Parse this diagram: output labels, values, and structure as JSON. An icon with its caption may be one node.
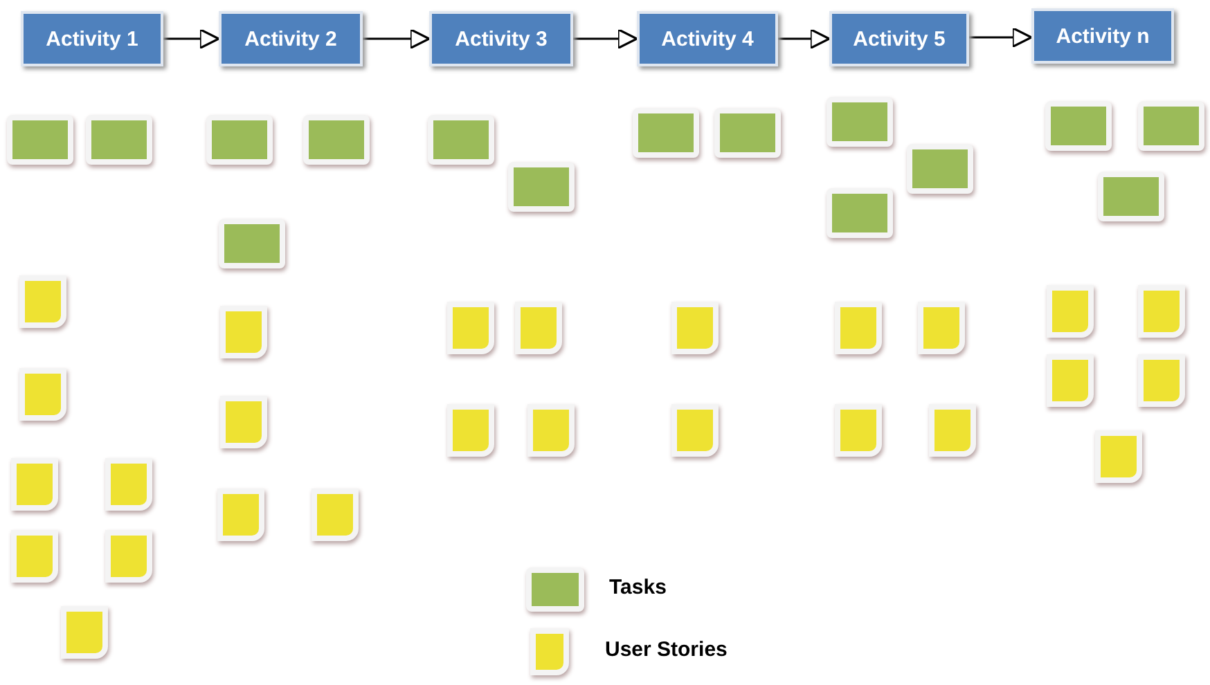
{
  "diagram": {
    "nodes": [
      {
        "text": [
          "Activity 1"
        ]
      },
      {
        "text": [
          "Activity 2"
        ]
      },
      {
        "text": [
          "Activity 3"
        ]
      },
      {
        "text": [
          "Activity 4"
        ]
      },
      {
        "text": [
          "Activity 5"
        ]
      },
      {
        "text": [
          "Activity n"
        ]
      },
      {
        "text": [],
        "shape": "box"
      },
      {
        "text": [],
        "shape": "box"
      },
      {
        "text": [],
        "shape": "note"
      },
      {
        "text": [],
        "shape": "note"
      },
      {
        "text": [],
        "shape": "note"
      },
      {
        "text": [],
        "shape": "note"
      },
      {
        "text": [],
        "shape": "note"
      },
      {
        "text": [],
        "shape": "note"
      },
      {
        "text": [],
        "shape": "note"
      },
      {
        "text": [],
        "shape": "box"
      },
      {
        "text": [],
        "shape": "box"
      },
      {
        "text": [],
        "shape": "box"
      },
      {
        "text": [],
        "shape": "note"
      },
      {
        "text": [],
        "shape": "note"
      },
      {
        "text": [],
        "shape": "note"
      },
      {
        "text": [],
        "shape": "note"
      },
      {
        "text": [],
        "shape": "box"
      },
      {
        "text": [],
        "shape": "box"
      },
      {
        "text": [],
        "shape": "note"
      },
      {
        "text": [],
        "shape": "note"
      },
      {
        "text": [],
        "shape": "note"
      },
      {
        "text": [],
        "shape": "note"
      },
      {
        "text": [],
        "shape": "box"
      },
      {
        "text": [],
        "shape": "box"
      },
      {
        "text": [],
        "shape": "note"
      },
      {
        "text": [],
        "shape": "note"
      },
      {
        "text": [],
        "shape": "box"
      },
      {
        "text": [],
        "shape": "box"
      },
      {
        "text": [],
        "shape": "box"
      },
      {
        "text": [],
        "shape": "note"
      },
      {
        "text": [],
        "shape": "note"
      },
      {
        "text": [],
        "shape": "note"
      },
      {
        "text": [],
        "shape": "note"
      },
      {
        "text": [],
        "shape": "box"
      },
      {
        "text": [],
        "shape": "box"
      },
      {
        "text": [],
        "shape": "box"
      },
      {
        "text": [],
        "shape": "note"
      },
      {
        "text": [],
        "shape": "note"
      },
      {
        "text": [],
        "shape": "note"
      },
      {
        "text": [],
        "shape": "note"
      },
      {
        "text": [],
        "shape": "note"
      }
    ],
    "edges": [
      {
        "from": 0,
        "to": 1,
        "arrow": "to"
      },
      {
        "from": 1,
        "to": 2,
        "arrow": "to"
      },
      {
        "from": 2,
        "to": 3,
        "arrow": "to"
      },
      {
        "from": 3,
        "to": 4,
        "arrow": "to"
      },
      {
        "from": 4,
        "to": 5,
        "arrow": "to"
      }
    ],
    "legend": [
      {
        "text": "Tasks",
        "color": "#9bbb59"
      },
      {
        "text": "User Stories",
        "color": "#eee232"
      }
    ]
  }
}
